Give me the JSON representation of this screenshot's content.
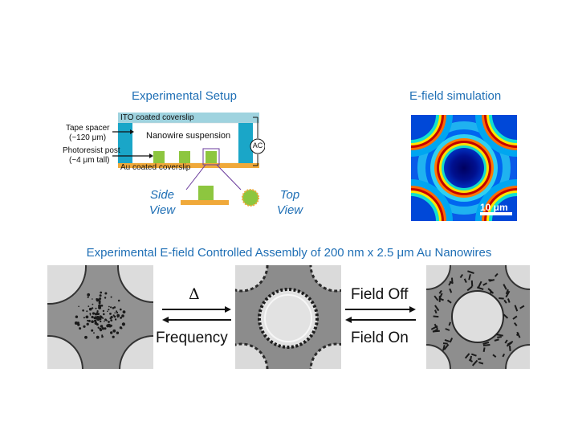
{
  "setup": {
    "title": "Experimental Setup",
    "ito_label": "ITO coated coverslip",
    "au_label": "Au coated coverslip",
    "suspension_label": "Nanowire suspension",
    "tape_label": "Tape spacer",
    "tape_sub": "(~120 μm)",
    "post_label": "Photoresist post",
    "post_sub": "(~4 μm tall)",
    "ac_label": "AC",
    "side_view": "Side\nView",
    "top_view": "Top\nView"
  },
  "simulation": {
    "title": "E-field simulation",
    "scale_bar": "10 μm"
  },
  "assembly": {
    "title": "Experimental E-field Controlled Assembly of 200 nm x 2.5 μm Au Nanowires",
    "arrow1_top": "Δ",
    "arrow1_bottom": "Frequency",
    "arrow2_top": "Field Off",
    "arrow2_bottom": "Field On"
  },
  "colors": {
    "title_blue": "#1f6fb5",
    "glass_blue": "#9fd3df",
    "au_orange": "#f0a93a",
    "post_green": "#8dc63f",
    "cyan_pillar": "#1aa6c8"
  }
}
